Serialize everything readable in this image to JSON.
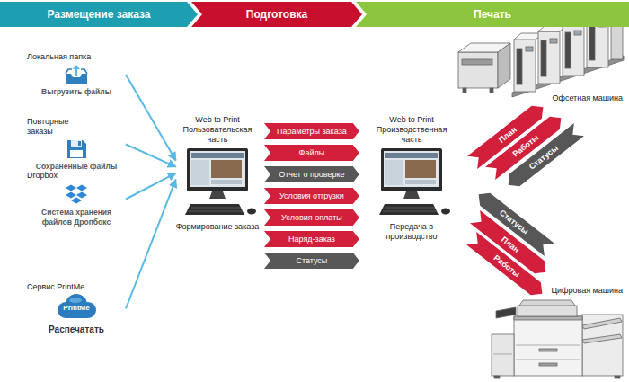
{
  "diagram": {
    "nodes": [
      {
        "text": [
          "Размещение заказа"
        ]
      },
      {
        "text": [
          "Подготовка"
        ]
      },
      {
        "text": [
          "Печать"
        ]
      },
      {
        "text": [
          "Локальная папка",
          "Выгрузить файлы"
        ]
      },
      {
        "text": [
          "Повторные заказы",
          "Сохраненные файлы"
        ]
      },
      {
        "text": [
          "Dropbox",
          "Система хранения файлов Дропбокс"
        ]
      },
      {
        "text": [
          "Сервис PrintMe",
          "PrintMe",
          "Распечатать"
        ]
      },
      {
        "text": [
          "Web to Print Пользовательская часть",
          "Формирование заказа"
        ]
      },
      {
        "text": [
          "Параметры заказа"
        ]
      },
      {
        "text": [
          "Файлы"
        ]
      },
      {
        "text": [
          "Отчет о проверке"
        ]
      },
      {
        "text": [
          "Условия отгрузки"
        ]
      },
      {
        "text": [
          "Условия оплаты"
        ]
      },
      {
        "text": [
          "Наряд-заказ"
        ]
      },
      {
        "text": [
          "Статусы"
        ]
      },
      {
        "text": [
          "Web to Print Производственная часть",
          "Передача в производство"
        ]
      },
      {
        "text": [
          "Офсетная машина"
        ]
      },
      {
        "text": [
          "План"
        ]
      },
      {
        "text": [
          "Работы"
        ]
      },
      {
        "text": [
          "Статусы"
        ]
      },
      {
        "text": [
          "Статусы"
        ]
      },
      {
        "text": [
          "План"
        ]
      },
      {
        "text": [
          "Работы"
        ]
      },
      {
        "text": [
          "Цифровая машина"
        ]
      }
    ],
    "edges": [
      {
        "from": 3,
        "to": 7,
        "arrow": "to"
      },
      {
        "from": 4,
        "to": 7,
        "arrow": "to"
      },
      {
        "from": 5,
        "to": 7,
        "arrow": "to"
      },
      {
        "from": 6,
        "to": 7,
        "arrow": "to"
      }
    ]
  }
}
